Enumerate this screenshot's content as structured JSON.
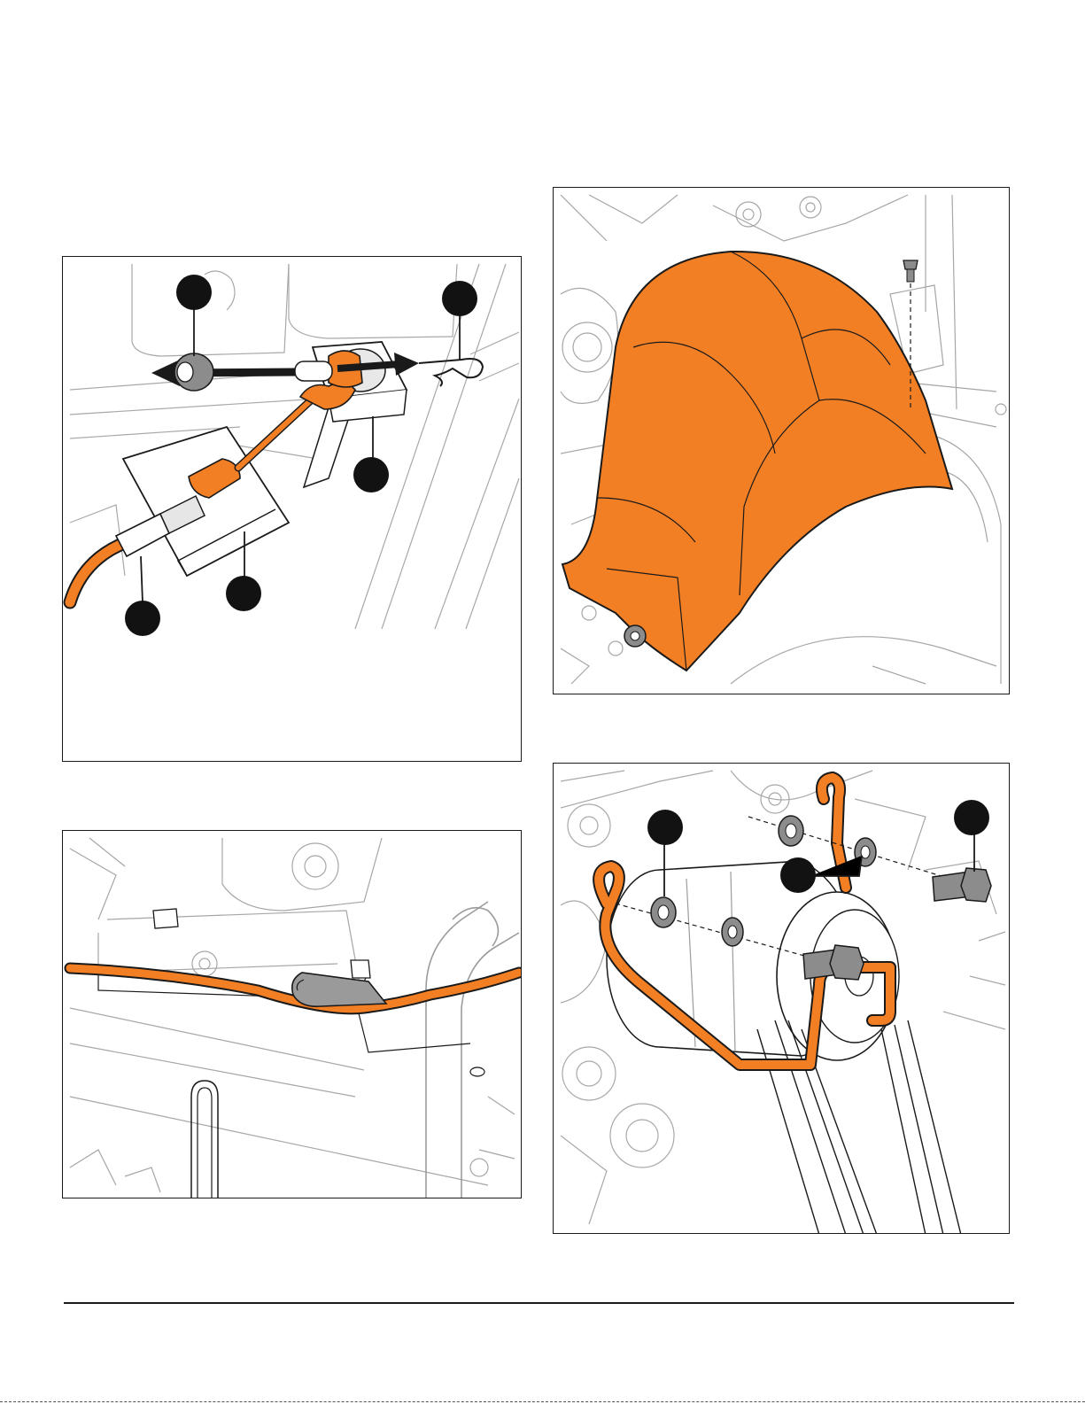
{
  "colors": {
    "orange": "#f37f25",
    "dark_orange": "#b85a10",
    "line": "#1a1a1a",
    "light_line": "#9a9a9a",
    "gray_part": "#8c8c8c",
    "callout": "#121212"
  },
  "figures": [
    {
      "id": "fig-cable-clevis",
      "callouts": [
        "",
        "",
        "",
        "",
        ""
      ]
    },
    {
      "id": "fig-belt-cover",
      "callouts": []
    },
    {
      "id": "fig-cable-clip",
      "callouts": []
    },
    {
      "id": "fig-idler-bracket",
      "callouts": [
        "",
        "",
        ""
      ]
    }
  ]
}
